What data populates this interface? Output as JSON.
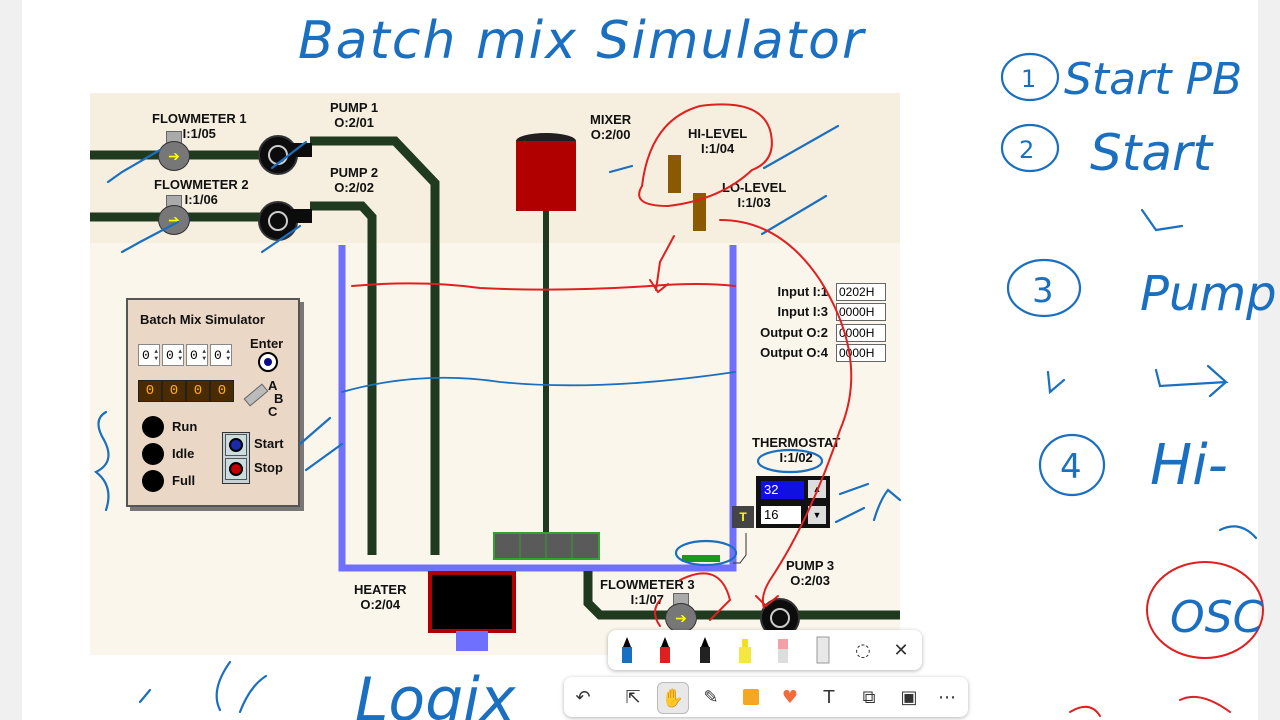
{
  "notes": {
    "title": "Batch mix Simulator",
    "bottom": "Logix",
    "steps": [
      {
        "num": "1",
        "text": "Start PB"
      },
      {
        "num": "2",
        "text": "Start"
      },
      {
        "num": "3",
        "text": "Pump"
      },
      {
        "num": "4",
        "text": "Hi-"
      }
    ],
    "right_osc": "OSC"
  },
  "sim": {
    "flowmeter1": {
      "name": "FLOWMETER 1",
      "addr": "I:1/05"
    },
    "flowmeter2": {
      "name": "FLOWMETER 2",
      "addr": "I:1/06"
    },
    "flowmeter3": {
      "name": "FLOWMETER 3",
      "addr": "I:1/07"
    },
    "pump1": {
      "name": "PUMP 1",
      "addr": "O:2/01"
    },
    "pump2": {
      "name": "PUMP 2",
      "addr": "O:2/02"
    },
    "pump3": {
      "name": "PUMP 3",
      "addr": "O:2/03"
    },
    "mixer": {
      "name": "MIXER",
      "addr": "O:2/00"
    },
    "hilevel": {
      "name": "HI-LEVEL",
      "addr": "I:1/04"
    },
    "lolevel": {
      "name": "LO-LEVEL",
      "addr": "I:1/03"
    },
    "heater": {
      "name": "HEATER",
      "addr": "O:2/04"
    },
    "thermostat": {
      "name": "THERMOSTAT",
      "addr": "I:1/02",
      "setpoint": "32",
      "actual": "16",
      "tag": "T"
    },
    "io": [
      {
        "label": "Input I:1",
        "value": "0202H"
      },
      {
        "label": "Input I:3",
        "value": "0000H"
      },
      {
        "label": "Output O:2",
        "value": "0000H"
      },
      {
        "label": "Output O:4",
        "value": "0000H"
      }
    ],
    "panel": {
      "title": "Batch Mix Simulator",
      "thumbwheels": [
        "0",
        "0",
        "0",
        "0"
      ],
      "display": [
        "0",
        "0",
        "0",
        "0"
      ],
      "enter": "Enter",
      "abc": [
        "A",
        "B",
        "C"
      ],
      "lamps": [
        "Run",
        "Idle",
        "Full"
      ],
      "start": "Start",
      "stop": "Stop"
    }
  },
  "colors": {
    "pipe": "#1f3a1f",
    "tank": "#7070ff",
    "ink_blue": "#1a6fc0",
    "ink_red": "#e02020"
  }
}
